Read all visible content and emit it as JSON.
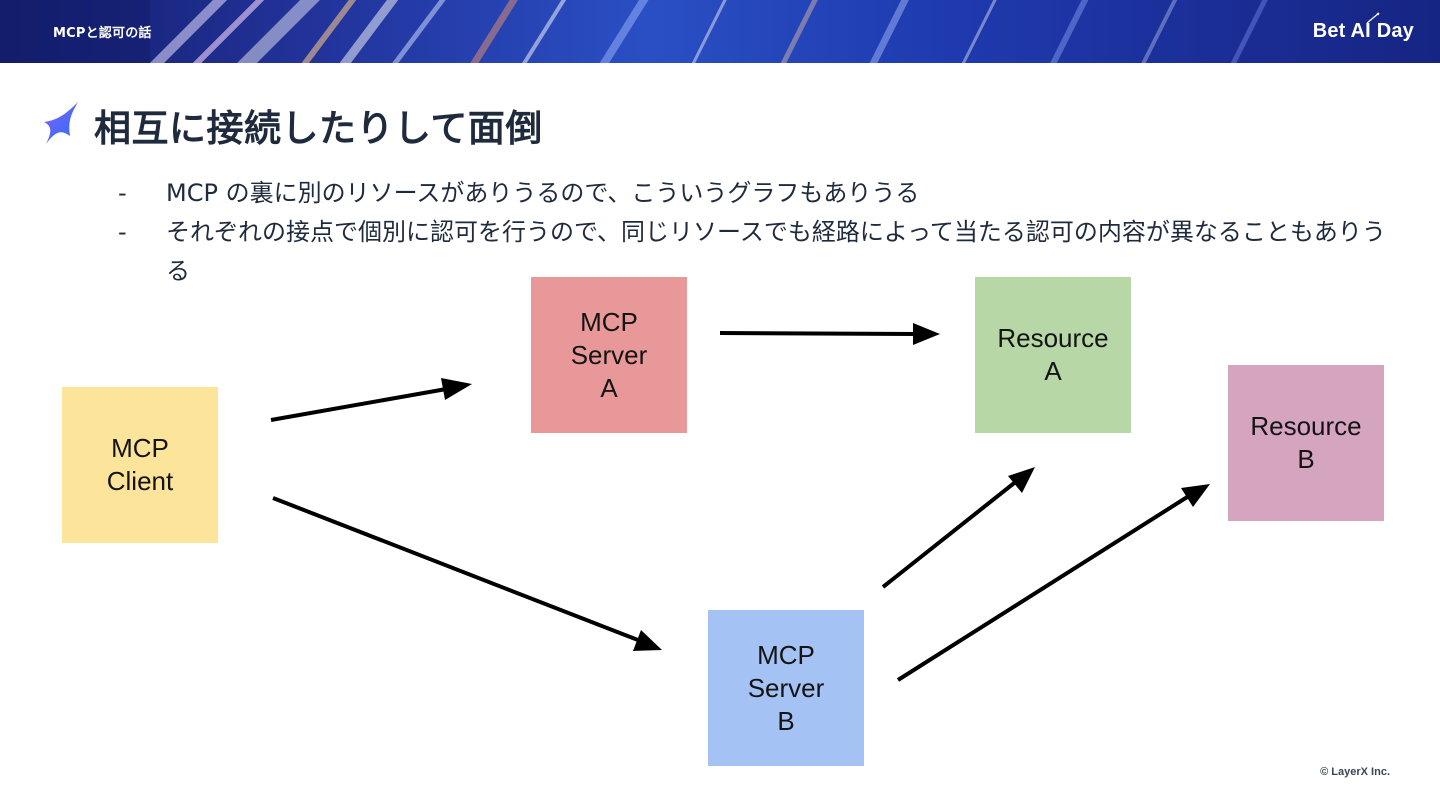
{
  "banner": {
    "title": "MCPと認可の話",
    "brand": "Bet AI Day"
  },
  "slide": {
    "heading": "相互に接続したりして面倒",
    "bullets": [
      {
        "marker": "-",
        "text": "MCP の裏に別のリソースがありうるので、こういうグラフもありうる"
      },
      {
        "marker": "-",
        "text": "それぞれの接点で個別に認可を行うので、同じリソースでも経路によって当たる認可の内容が異なることもありうる"
      }
    ]
  },
  "diagram": {
    "nodes": [
      {
        "id": "client",
        "label": "MCP\nClient",
        "color": "#fde49b"
      },
      {
        "id": "server_a",
        "label": "MCP\nServer\nA",
        "color": "#e89898"
      },
      {
        "id": "resource_a",
        "label": "Resource\nA",
        "color": "#b8d7a6"
      },
      {
        "id": "resource_b",
        "label": "Resource\nB",
        "color": "#d5a5c0"
      },
      {
        "id": "server_b",
        "label": "MCP\nServer\nB",
        "color": "#a4c2f4"
      }
    ],
    "edges": [
      {
        "from": "client",
        "to": "server_a"
      },
      {
        "from": "client",
        "to": "server_b"
      },
      {
        "from": "server_a",
        "to": "resource_a"
      },
      {
        "from": "server_b",
        "to": "resource_a"
      },
      {
        "from": "server_b",
        "to": "resource_b"
      }
    ]
  },
  "footer": {
    "copyright": "© LayerX Inc."
  }
}
